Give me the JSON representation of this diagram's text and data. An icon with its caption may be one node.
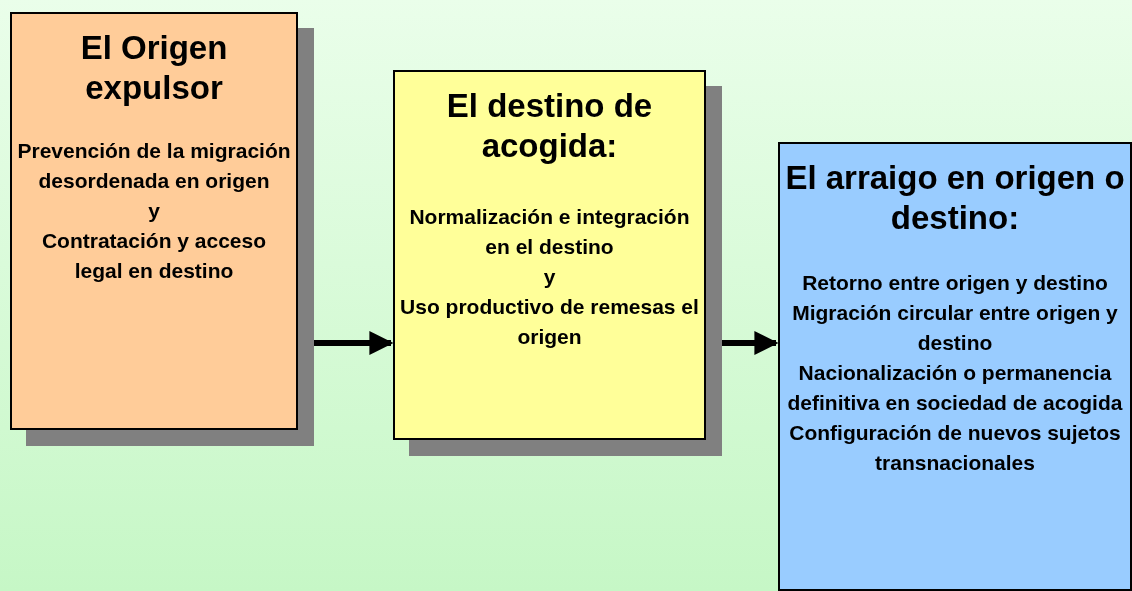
{
  "diagram": {
    "nodes": [
      {
        "text": [
          "El Origen expulsor",
          "Prevención de la migración desordenada en origen",
          "y",
          "Contratación y acceso legal en destino"
        ]
      },
      {
        "text": [
          "El destino de acogida:",
          "Normalización e integración en el destino",
          "y",
          "Uso productivo de remesas el origen"
        ]
      },
      {
        "text": [
          "El arraigo en origen o destino:",
          "Retorno entre origen y destino",
          "Migración circular entre origen y destino",
          "Nacionalización o permanencia definitiva en sociedad de acogida",
          "Configuración de nuevos sujetos transnacionales"
        ]
      }
    ],
    "edges": [
      {
        "from": 0,
        "to": 1,
        "arrow": "to"
      },
      {
        "from": 1,
        "to": 2,
        "arrow": "to"
      }
    ]
  }
}
